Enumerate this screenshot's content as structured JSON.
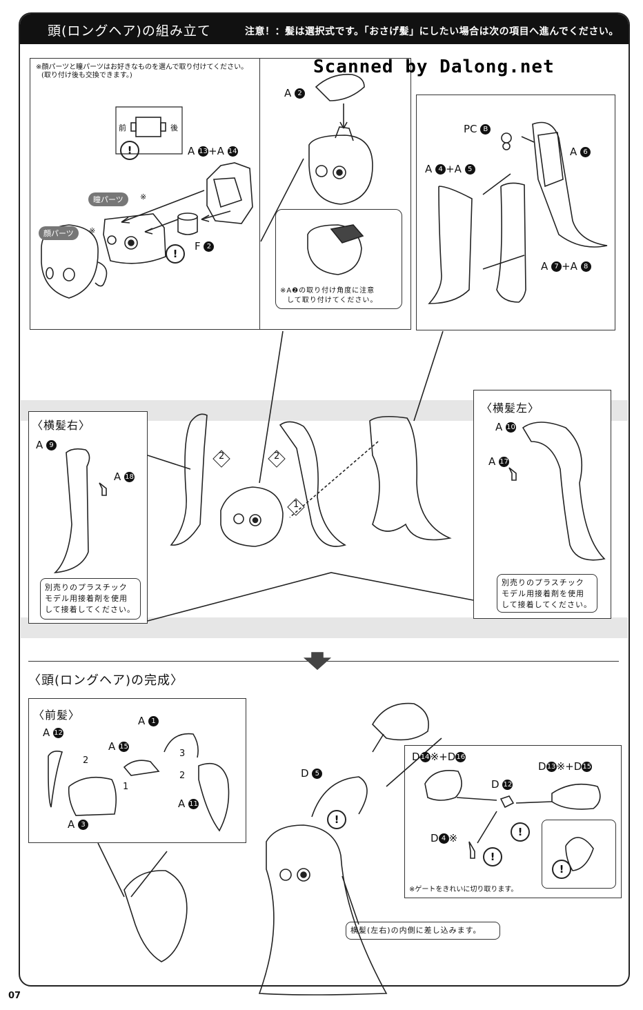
{
  "page_number": "07",
  "header": {
    "title": "頭(ロングヘア)の組み立て",
    "notice": "注意！：髪は選択式です。「おさげ髪」にしたい場合は次の項目へ進んでください。"
  },
  "watermark": "Scanned by Dalong.net",
  "panel_face": {
    "note_line1": "※顔パーツと瞳パーツはお好きなものを選んで取り付けてください。",
    "note_line2": "(取り付け後も交換できます。)",
    "front_label": "前",
    "back_label": "後",
    "pupil_pill": "瞳パーツ",
    "face_pill": "顔パーツ",
    "asterisk": "※",
    "part_a13_a14": {
      "letter": "A",
      "n1": "13",
      "plus": "+",
      "n2": "14"
    },
    "part_f2": {
      "letter": "F",
      "n": "2"
    }
  },
  "panel_head": {
    "part_a2": {
      "letter": "A",
      "n": "2"
    },
    "note_line1": "※A❷の取り付け角度に注意",
    "note_line2": "して取り付けてください。"
  },
  "panel_back_hair": {
    "pcb": {
      "letter": "PC",
      "n": "B"
    },
    "a6": {
      "letter": "A",
      "n": "6"
    },
    "a4_a5": {
      "letter": "A",
      "n1": "4",
      "plus": "+",
      "n2": "5"
    },
    "a7_a8": {
      "letter": "A",
      "n1": "7",
      "plus": "+",
      "n2": "8"
    }
  },
  "panel_side_right": {
    "title": "〈横髪右〉",
    "a9": {
      "letter": "A",
      "n": "9"
    },
    "a18": {
      "letter": "A",
      "n": "18"
    },
    "note_line1": "別売りのプラスチック",
    "note_line2": "モデル用接着剤を使用",
    "note_line3": "して接着してください。"
  },
  "panel_side_left": {
    "title": "〈横髪左〉",
    "a10": {
      "letter": "A",
      "n": "10"
    },
    "a17": {
      "letter": "A",
      "n": "17"
    },
    "note_line1": "別売りのプラスチック",
    "note_line2": "モデル用接着剤を使用",
    "note_line3": "して接着してください。"
  },
  "steps": {
    "one": "1",
    "two": "2",
    "three": "3"
  },
  "completion": {
    "title": "〈頭(ロングヘア)の完成〉"
  },
  "panel_bangs": {
    "title": "〈前髪〉",
    "a12": {
      "letter": "A",
      "n": "12"
    },
    "a1": {
      "letter": "A",
      "n": "1"
    },
    "a15": {
      "letter": "A",
      "n": "15"
    },
    "a11": {
      "letter": "A",
      "n": "11"
    },
    "a3": {
      "letter": "A",
      "n": "3"
    }
  },
  "panel_hairband": {
    "d5": {
      "letter": "D",
      "n": "5"
    },
    "d14_d16": {
      "letter": "D",
      "n1": "14",
      "star": "※",
      "plus": "+",
      "n2": "16"
    },
    "d13_d15": {
      "letter": "D",
      "n1": "13",
      "star": "※",
      "plus": "+",
      "n2": "15"
    },
    "d12": {
      "letter": "D",
      "n": "12"
    },
    "d4": {
      "letter": "D",
      "n": "4",
      "star": "※"
    },
    "gate_note": "※ゲートをきれいに切り取ります。"
  },
  "side_hair_note": "横髪(左右)の内側に差し込みます。",
  "warning_symbol": "!"
}
